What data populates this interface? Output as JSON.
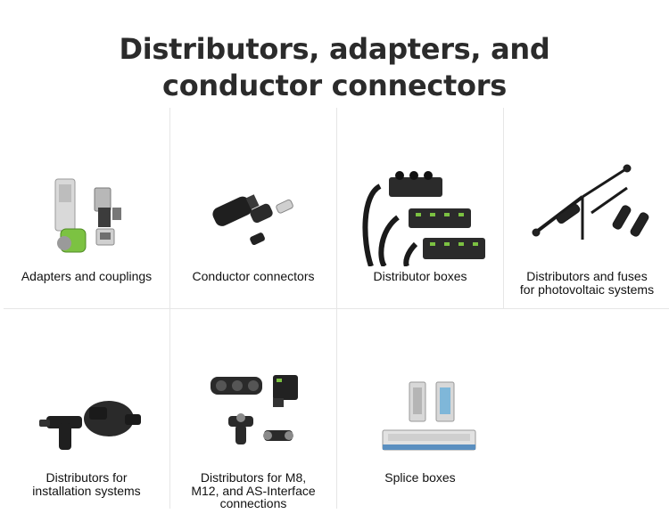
{
  "page": {
    "title_lines": [
      "Distributors, adapters, and",
      "conductor connectors"
    ]
  },
  "tiles": [
    {
      "label_lines": [
        "Adapters and couplings"
      ],
      "image_icon": "adapters-couplings-photo"
    },
    {
      "label_lines": [
        "Conductor connectors"
      ],
      "image_icon": "conductor-connectors-photo"
    },
    {
      "label_lines": [
        "Distributor boxes"
      ],
      "image_icon": "distributor-boxes-photo"
    },
    {
      "label_lines": [
        "Distributors and fuses",
        "for photovoltaic systems"
      ],
      "image_icon": "pv-distributors-photo"
    },
    {
      "label_lines": [
        "Distributors for",
        "installation systems"
      ],
      "image_icon": "installation-distributors-photo"
    },
    {
      "label_lines": [
        "Distributors for M8,",
        "M12, and AS-Interface",
        "connections"
      ],
      "image_icon": "m8-m12-distributors-photo"
    },
    {
      "label_lines": [
        "Splice boxes"
      ],
      "image_icon": "splice-boxes-photo"
    }
  ],
  "colors": {
    "title": "#2b2b2b",
    "grid_line": "#e6e6e6",
    "accent_green": "#7cc242"
  }
}
